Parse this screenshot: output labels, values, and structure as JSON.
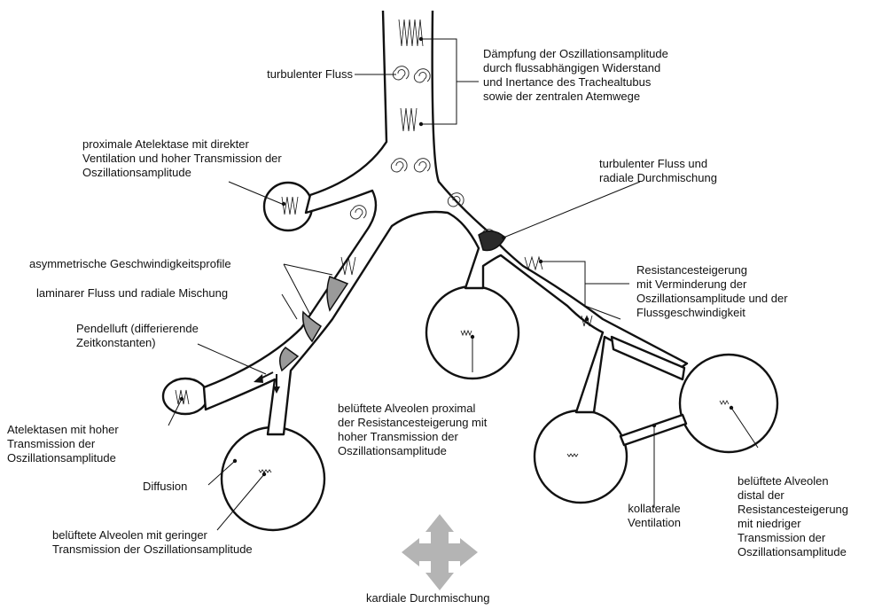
{
  "labels": {
    "turb_flow_top": "turbulenter Fluss",
    "damping": "Dämpfung der Oszillationsamplitude\ndurch flussabhängigen Widerstand\nund Inertance des Trachealtubus\nsowie der zentralen Atemwege",
    "prox_atelectasis": "proximale Atelektase mit direkter\nVentilation und hoher Transmission der\nOszillationsamplitude",
    "turb_mixing": "turbulenter Fluss und\nradiale Durchmischung",
    "asym_profiles": "asymmetrische Geschwindigkeitsprofile",
    "laminar": "laminarer Fluss und radiale Mischung",
    "pendelluft": "Pendelluft (differierende\nZeitkonstanten)",
    "resistance": "Resistancesteigerung\nmit Verminderung der\nOszillationsamplitude und der\nFlussgeschwindigkeit",
    "atelectasis_high": "Atelektasen mit hoher\nTransmission der\nOszillationsamplitude",
    "vent_alv_prox": "belüftete Alveolen proximal\nder Resistancesteigerung mit\nhoher Transmission der\nOszillationsamplitude",
    "diffusion": "Diffusion",
    "vent_alv_low": "belüftete Alveolen mit geringer\nTransmission der Oszillationsamplitude",
    "collateral": "kollaterale\nVentilation",
    "vent_alv_distal": "belüftete Alveolen\ndistal der\nResistancesteigerung\nmit niedriger\nTransmission der\nOszillationsamplitude",
    "cardiac": "kardiale Durchmischung"
  },
  "colors": {
    "line": "#111111",
    "profile_fill": "#9a9a9a",
    "cardiac_arrow": "#b4b4b4"
  }
}
